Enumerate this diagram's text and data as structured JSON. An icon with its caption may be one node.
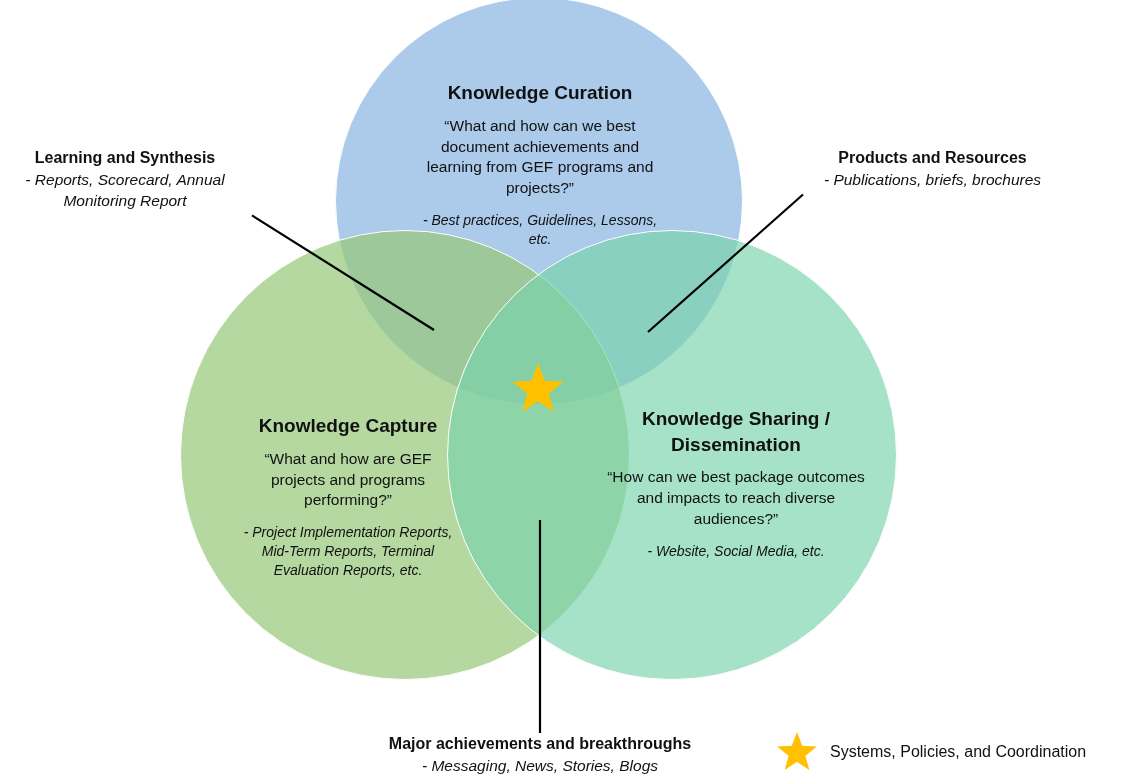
{
  "diagram": {
    "nodes": [
      {
        "text": [
          "Knowledge Curation",
          "“What and how can we best document achievements and learning from GEF programs and projects?”",
          "- Best practices, Guidelines, Lessons, etc."
        ]
      },
      {
        "text": [
          "Knowledge Capture",
          "“What and how are GEF projects and programs performing?”",
          "- Project Implementation Reports, Mid-Term Reports, Terminal Evaluation Reports, etc."
        ]
      },
      {
        "text": [
          "Knowledge Sharing / Dissemination",
          "“How can we best package outcomes and impacts to reach diverse audiences?”",
          "- Website, Social Media, etc."
        ]
      },
      {
        "text": [
          "Learning and Synthesis",
          "- Reports, Scorecard, Annual Monitoring Report"
        ]
      },
      {
        "text": [
          "Products and Resources",
          "- Publications, briefs, brochures"
        ]
      },
      {
        "text": [
          "Major achievements and breakthroughs",
          "- Messaging, News, Stories, Blogs"
        ]
      },
      {
        "text": [],
        "shape": "star"
      }
    ],
    "edges": [
      {
        "from": 3,
        "to": 0,
        "arrow": "none"
      },
      {
        "from": 4,
        "to": 0,
        "arrow": "none"
      },
      {
        "from": 5,
        "to": 1,
        "arrow": "none"
      }
    ],
    "legend": [
      {
        "text": "Systems, Policies, and Coordination"
      }
    ]
  }
}
